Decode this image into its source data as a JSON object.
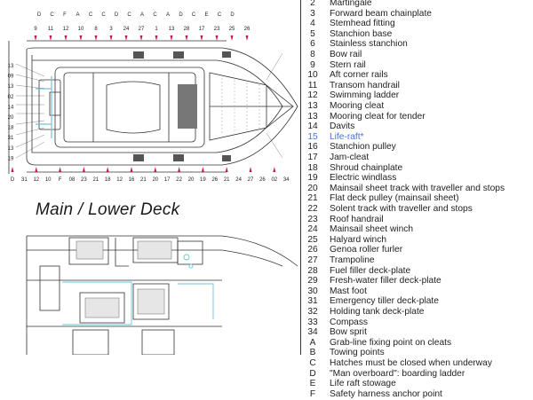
{
  "deck_title": "Main / Lower Deck",
  "colors": {
    "marker": "#c2185b",
    "lines": "#333333",
    "highlight": "#4a6fd0",
    "water_lines": "#6ec6d8"
  },
  "callouts_top": [
    "D",
    "C",
    "F",
    "A",
    "C",
    "C",
    "D",
    "C",
    "A",
    "C",
    "A",
    "D",
    "C",
    "E",
    "C",
    "D"
  ],
  "callouts_top_row2": [
    "9",
    "11",
    "12",
    "10",
    "8",
    "3",
    "24",
    "27",
    "1",
    "13",
    "28",
    "17",
    "23",
    "25",
    "26"
  ],
  "callouts_left": [
    "13",
    "09",
    "13",
    "02",
    "14",
    "20",
    "18",
    "31",
    "13",
    "19"
  ],
  "callouts_bottom": [
    "D",
    "31",
    "12",
    "10",
    "F",
    "08",
    "23",
    "21",
    "18",
    "12",
    "16",
    "21",
    "20",
    "17",
    "22",
    "20",
    "19",
    "26",
    "21",
    "24",
    "27",
    "26",
    "02",
    "34"
  ],
  "legend": [
    {
      "key": "2",
      "text": "Martingale"
    },
    {
      "key": "3",
      "text": "Forward beam chainplate"
    },
    {
      "key": "4",
      "text": "Stemhead fitting"
    },
    {
      "key": "5",
      "text": "Stanchion base"
    },
    {
      "key": "6",
      "text": "Stainless stanchion"
    },
    {
      "key": "8",
      "text": "Bow rail"
    },
    {
      "key": "9",
      "text": "Stern rail"
    },
    {
      "key": "10",
      "text": "Aft corner rails"
    },
    {
      "key": "11",
      "text": "Transom handrail"
    },
    {
      "key": "12",
      "text": "Swimming ladder"
    },
    {
      "key": "13",
      "text": "Mooring cleat"
    },
    {
      "key": "13",
      "text": "Mooring cleat for tender"
    },
    {
      "key": "14",
      "text": "Davits"
    },
    {
      "key": "15",
      "text": "Life-raft*",
      "highlight": true
    },
    {
      "key": "16",
      "text": "Stanchion pulley"
    },
    {
      "key": "17",
      "text": "Jam-cleat"
    },
    {
      "key": "18",
      "text": "Shroud chainplate"
    },
    {
      "key": "19",
      "text": "Electric windlass"
    },
    {
      "key": "20",
      "text": "Mainsail sheet track with traveller and stops"
    },
    {
      "key": "21",
      "text": "Flat deck pulley (mainsail sheet)"
    },
    {
      "key": "22",
      "text": "Solent track with traveller and stops"
    },
    {
      "key": "23",
      "text": "Roof handrail"
    },
    {
      "key": "24",
      "text": "Mainsail sheet winch"
    },
    {
      "key": "25",
      "text": "Halyard winch"
    },
    {
      "key": "26",
      "text": "Genoa roller furler"
    },
    {
      "key": "27",
      "text": "Trampoline"
    },
    {
      "key": "28",
      "text": "Fuel filler deck-plate"
    },
    {
      "key": "29",
      "text": "Fresh-water filler deck-plate"
    },
    {
      "key": "30",
      "text": "Mast foot"
    },
    {
      "key": "31",
      "text": "Emergency tiller deck-plate"
    },
    {
      "key": "32",
      "text": "Holding tank deck-plate"
    },
    {
      "key": "33",
      "text": "Compass"
    },
    {
      "key": "34",
      "text": "Bow sprit"
    },
    {
      "key": "A",
      "text": "Grab-line fixing point on cleats"
    },
    {
      "key": "B",
      "text": "Towing points"
    },
    {
      "key": "C",
      "text": "Hatches must be closed when underway"
    },
    {
      "key": "D",
      "text": "\"Man overboard\": boarding ladder"
    },
    {
      "key": "E",
      "text": "Life raft stowage"
    },
    {
      "key": "F",
      "text": "Safety harness anchor point"
    }
  ]
}
